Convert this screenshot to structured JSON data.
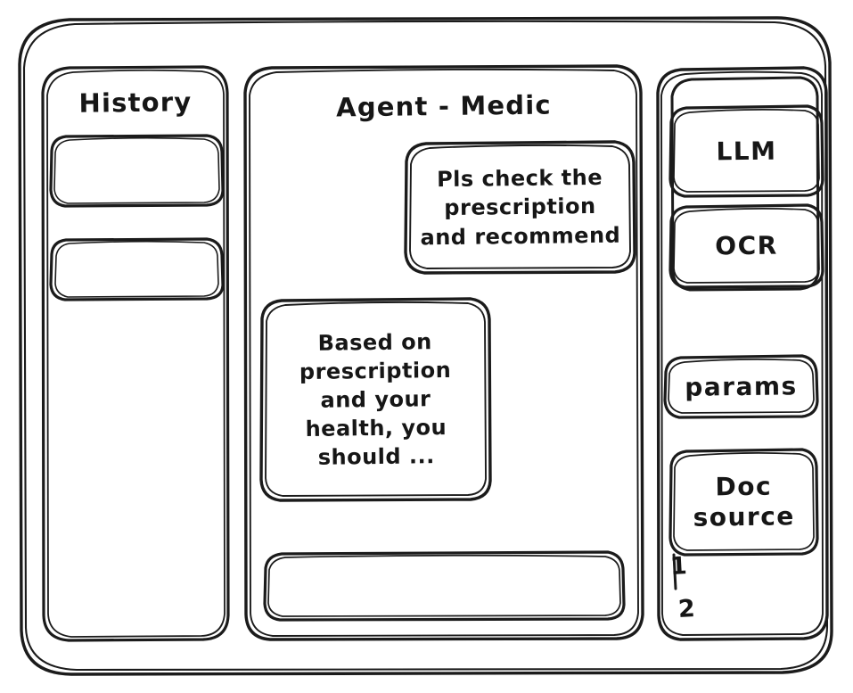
{
  "meta": {
    "style": "hand-drawn wireframe",
    "stroke_color": "#1b1b1b",
    "background_color": "#ffffff"
  },
  "sidebar": {
    "title": "History",
    "items": [
      {
        "label": ""
      },
      {
        "label": ""
      }
    ]
  },
  "main": {
    "title": "Agent - Medic",
    "messages": [
      {
        "role": "user",
        "text": "Pls check the\nprescription\nand recommend"
      },
      {
        "role": "assistant",
        "text": "Based on\nprescription\nand your\nhealth, you\nshould ..."
      }
    ],
    "composer": {
      "value": "",
      "placeholder": ""
    }
  },
  "right_panel": {
    "model_group": [
      {
        "label": "LLM"
      },
      {
        "label": "OCR"
      }
    ],
    "params": {
      "label": "params"
    },
    "doc_source": {
      "label": "Doc\nsource"
    },
    "doc_list": [
      {
        "marker": "1"
      },
      {
        "marker": "2"
      }
    ]
  }
}
